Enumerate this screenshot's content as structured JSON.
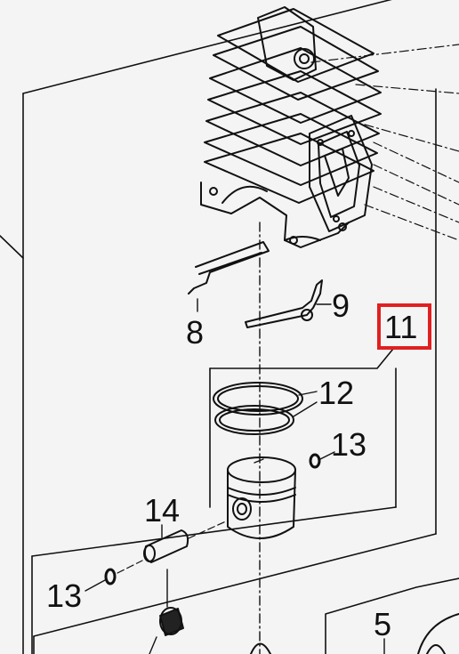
{
  "diagram": {
    "highlight_color": "#e02020",
    "line_color": "#111111",
    "labels": {
      "p8": "8",
      "p9": "9",
      "p11": "11",
      "p12": "12",
      "p13a": "13",
      "p14": "14",
      "p13b": "13",
      "p5": "5"
    },
    "parts": [
      {
        "id": "cylinder",
        "icon": "cylinder-icon"
      },
      {
        "id": "gasket-8",
        "icon": "gasket-icon"
      },
      {
        "id": "gasket-9",
        "icon": "gasket-icon"
      },
      {
        "id": "piston-rings-12",
        "icon": "ring-icon"
      },
      {
        "id": "piston",
        "icon": "piston-icon"
      },
      {
        "id": "circlip-13",
        "icon": "circlip-icon"
      },
      {
        "id": "piston-pin-14",
        "icon": "pin-icon"
      },
      {
        "id": "needle-bearing",
        "icon": "bearing-icon"
      }
    ]
  }
}
